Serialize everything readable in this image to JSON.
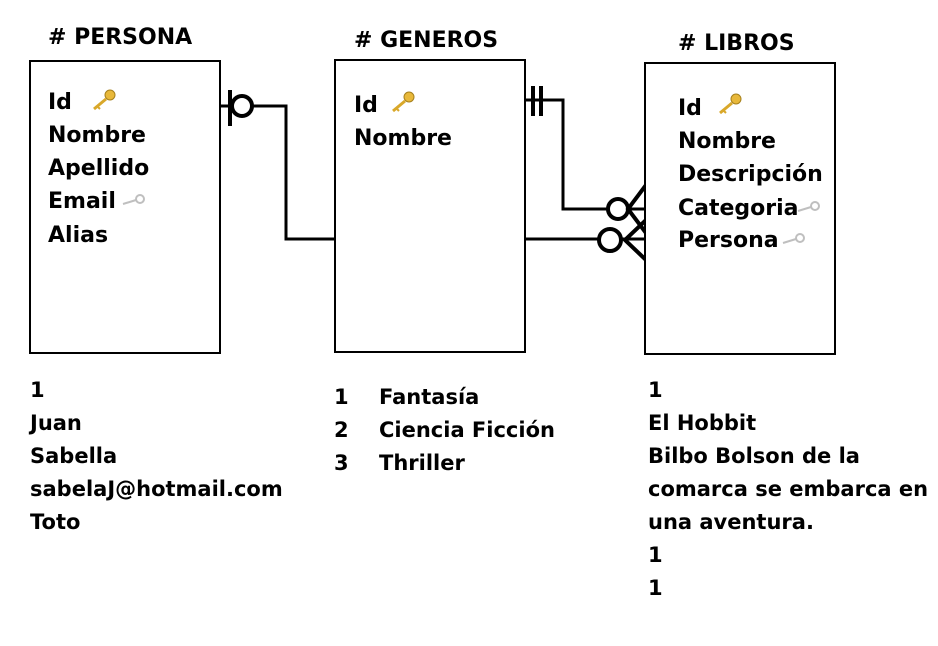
{
  "persona": {
    "title": "# PERSONA",
    "fields": [
      "Id",
      "Nombre",
      "Apellido",
      "Email",
      "Alias"
    ],
    "row": [
      "1",
      "Juan",
      "Sabella",
      "sabelaJ@hotmail.com",
      "Toto"
    ]
  },
  "generos": {
    "title": "# GENEROS",
    "fields": [
      "Id",
      "Nombre"
    ],
    "rows": [
      {
        "id": "1",
        "name": "Fantasía"
      },
      {
        "id": "2",
        "name": "Ciencia Ficción"
      },
      {
        "id": "3",
        "name": "Thriller"
      }
    ]
  },
  "libros": {
    "title": "# LIBROS",
    "fields": [
      "Id",
      "Nombre",
      "Descripción",
      "Categoria",
      "Persona"
    ],
    "row": [
      "1",
      "El Hobbit",
      "Bilbo Bolson de la",
      "comarca se embarca en",
      "una aventura.",
      "1",
      "1"
    ]
  },
  "icons": {
    "primary_key": "gold-key-icon",
    "foreign_key": "gray-key-icon",
    "primary_key_color": "#e8b83a",
    "foreign_key_color": "#bfbfbf"
  }
}
